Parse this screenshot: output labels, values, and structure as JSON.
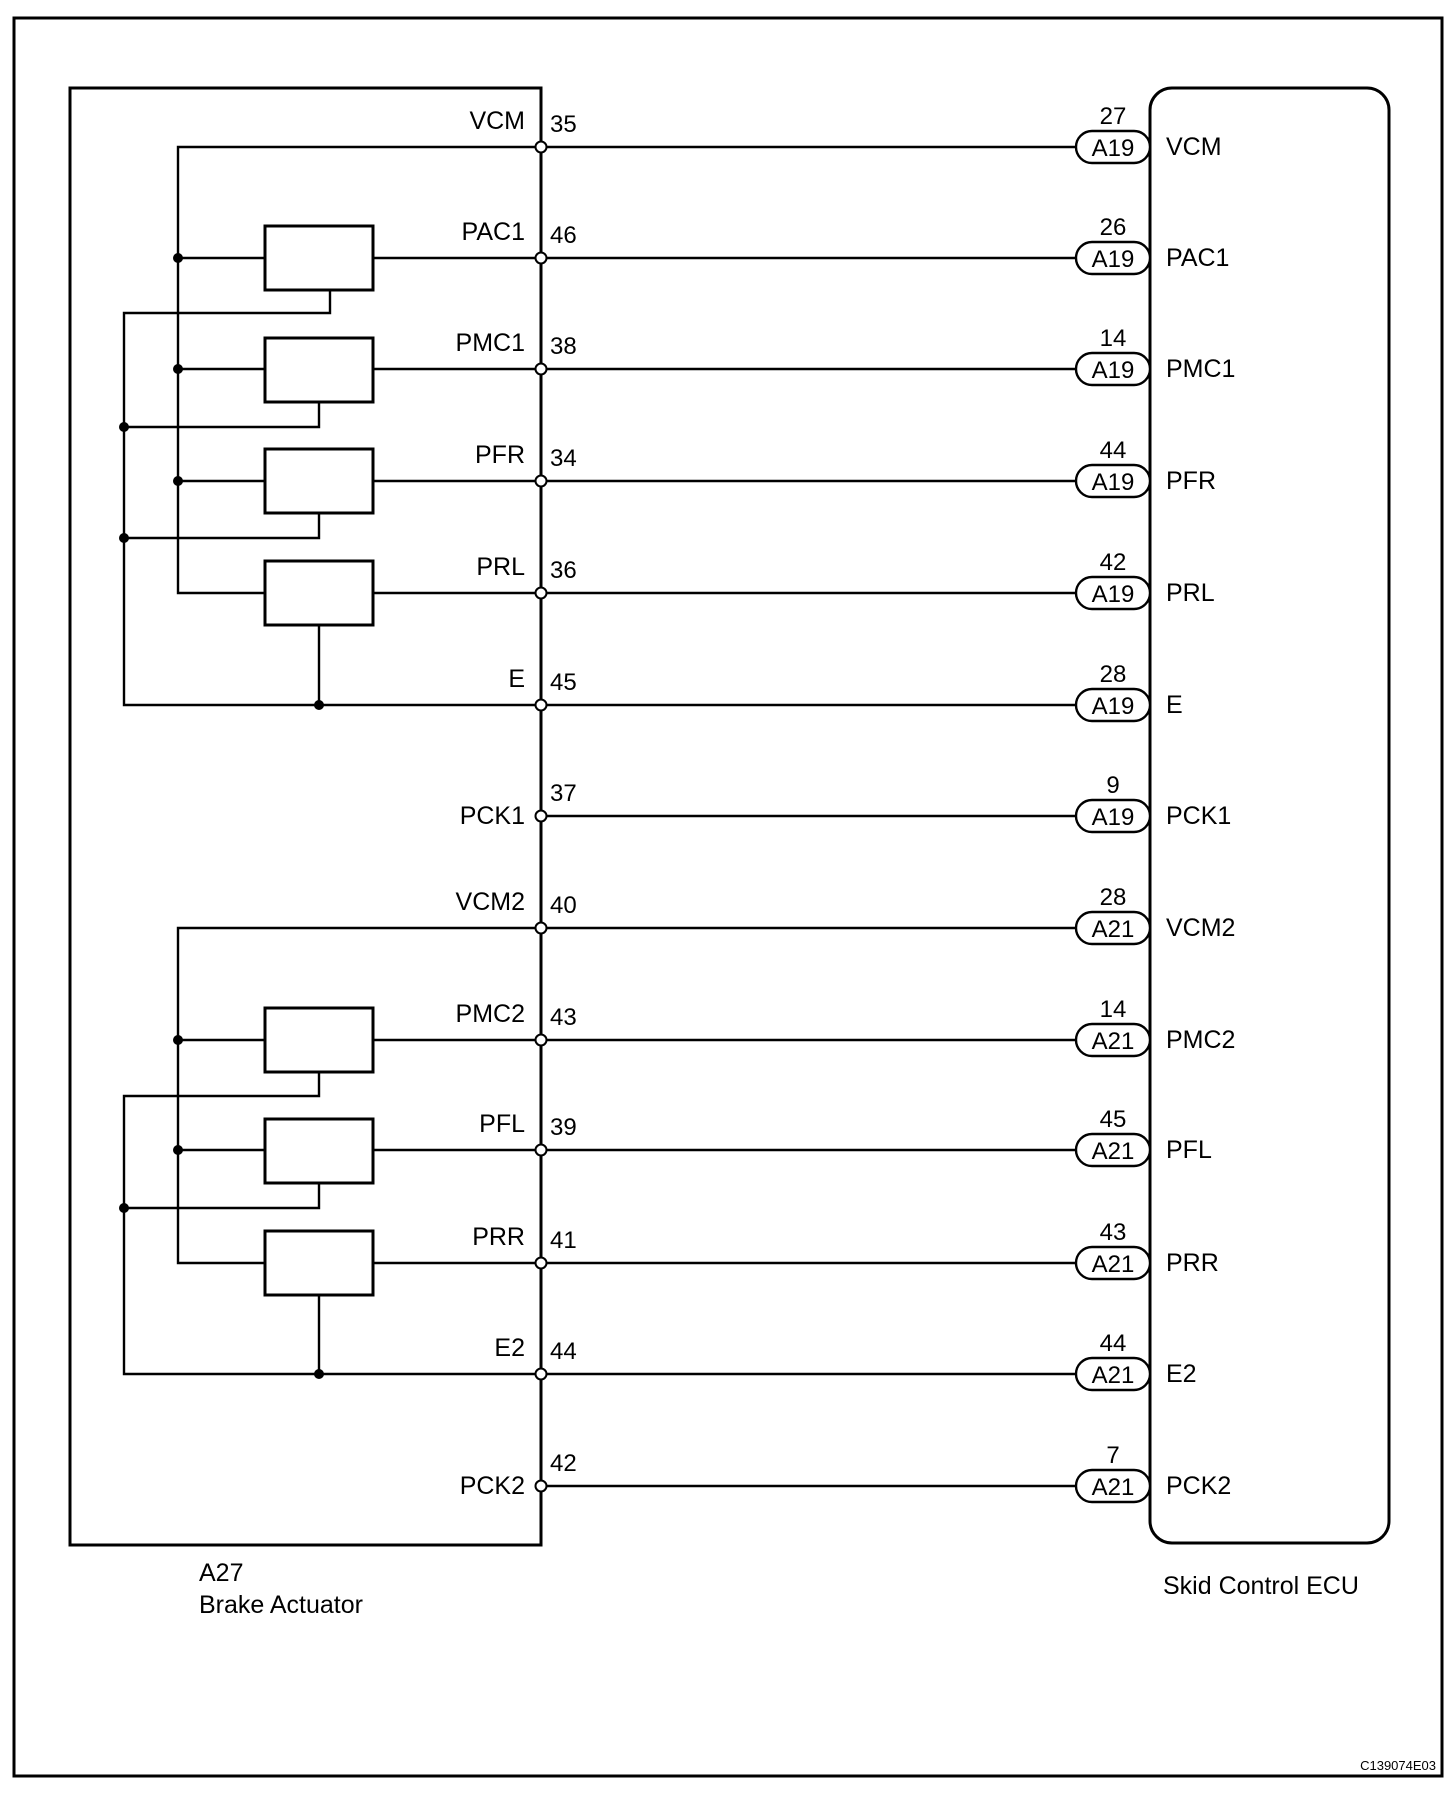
{
  "actuator": {
    "connector": "A27",
    "name": "Brake Actuator"
  },
  "ecu": {
    "name": "Skid Control ECU"
  },
  "image_code": "C139074E03",
  "signals": [
    {
      "label": "VCM",
      "actuator_pin": "35",
      "ecu_connector": "A19",
      "ecu_pin": "27",
      "ecu_label": "VCM"
    },
    {
      "label": "PAC1",
      "actuator_pin": "46",
      "ecu_connector": "A19",
      "ecu_pin": "26",
      "ecu_label": "PAC1"
    },
    {
      "label": "PMC1",
      "actuator_pin": "38",
      "ecu_connector": "A19",
      "ecu_pin": "14",
      "ecu_label": "PMC1"
    },
    {
      "label": "PFR",
      "actuator_pin": "34",
      "ecu_connector": "A19",
      "ecu_pin": "44",
      "ecu_label": "PFR"
    },
    {
      "label": "PRL",
      "actuator_pin": "36",
      "ecu_connector": "A19",
      "ecu_pin": "42",
      "ecu_label": "PRL"
    },
    {
      "label": "E",
      "actuator_pin": "45",
      "ecu_connector": "A19",
      "ecu_pin": "28",
      "ecu_label": "E"
    },
    {
      "label": "PCK1",
      "actuator_pin": "37",
      "ecu_connector": "A19",
      "ecu_pin": "9",
      "ecu_label": "PCK1"
    },
    {
      "label": "VCM2",
      "actuator_pin": "40",
      "ecu_connector": "A21",
      "ecu_pin": "28",
      "ecu_label": "VCM2"
    },
    {
      "label": "PMC2",
      "actuator_pin": "43",
      "ecu_connector": "A21",
      "ecu_pin": "14",
      "ecu_label": "PMC2"
    },
    {
      "label": "PFL",
      "actuator_pin": "39",
      "ecu_connector": "A21",
      "ecu_pin": "45",
      "ecu_label": "PFL"
    },
    {
      "label": "PRR",
      "actuator_pin": "41",
      "ecu_connector": "A21",
      "ecu_pin": "43",
      "ecu_label": "PRR"
    },
    {
      "label": "E2",
      "actuator_pin": "44",
      "ecu_connector": "A21",
      "ecu_pin": "44",
      "ecu_label": "E2"
    },
    {
      "label": "PCK2",
      "actuator_pin": "42",
      "ecu_connector": "A21",
      "ecu_pin": "7",
      "ecu_label": "PCK2"
    }
  ]
}
